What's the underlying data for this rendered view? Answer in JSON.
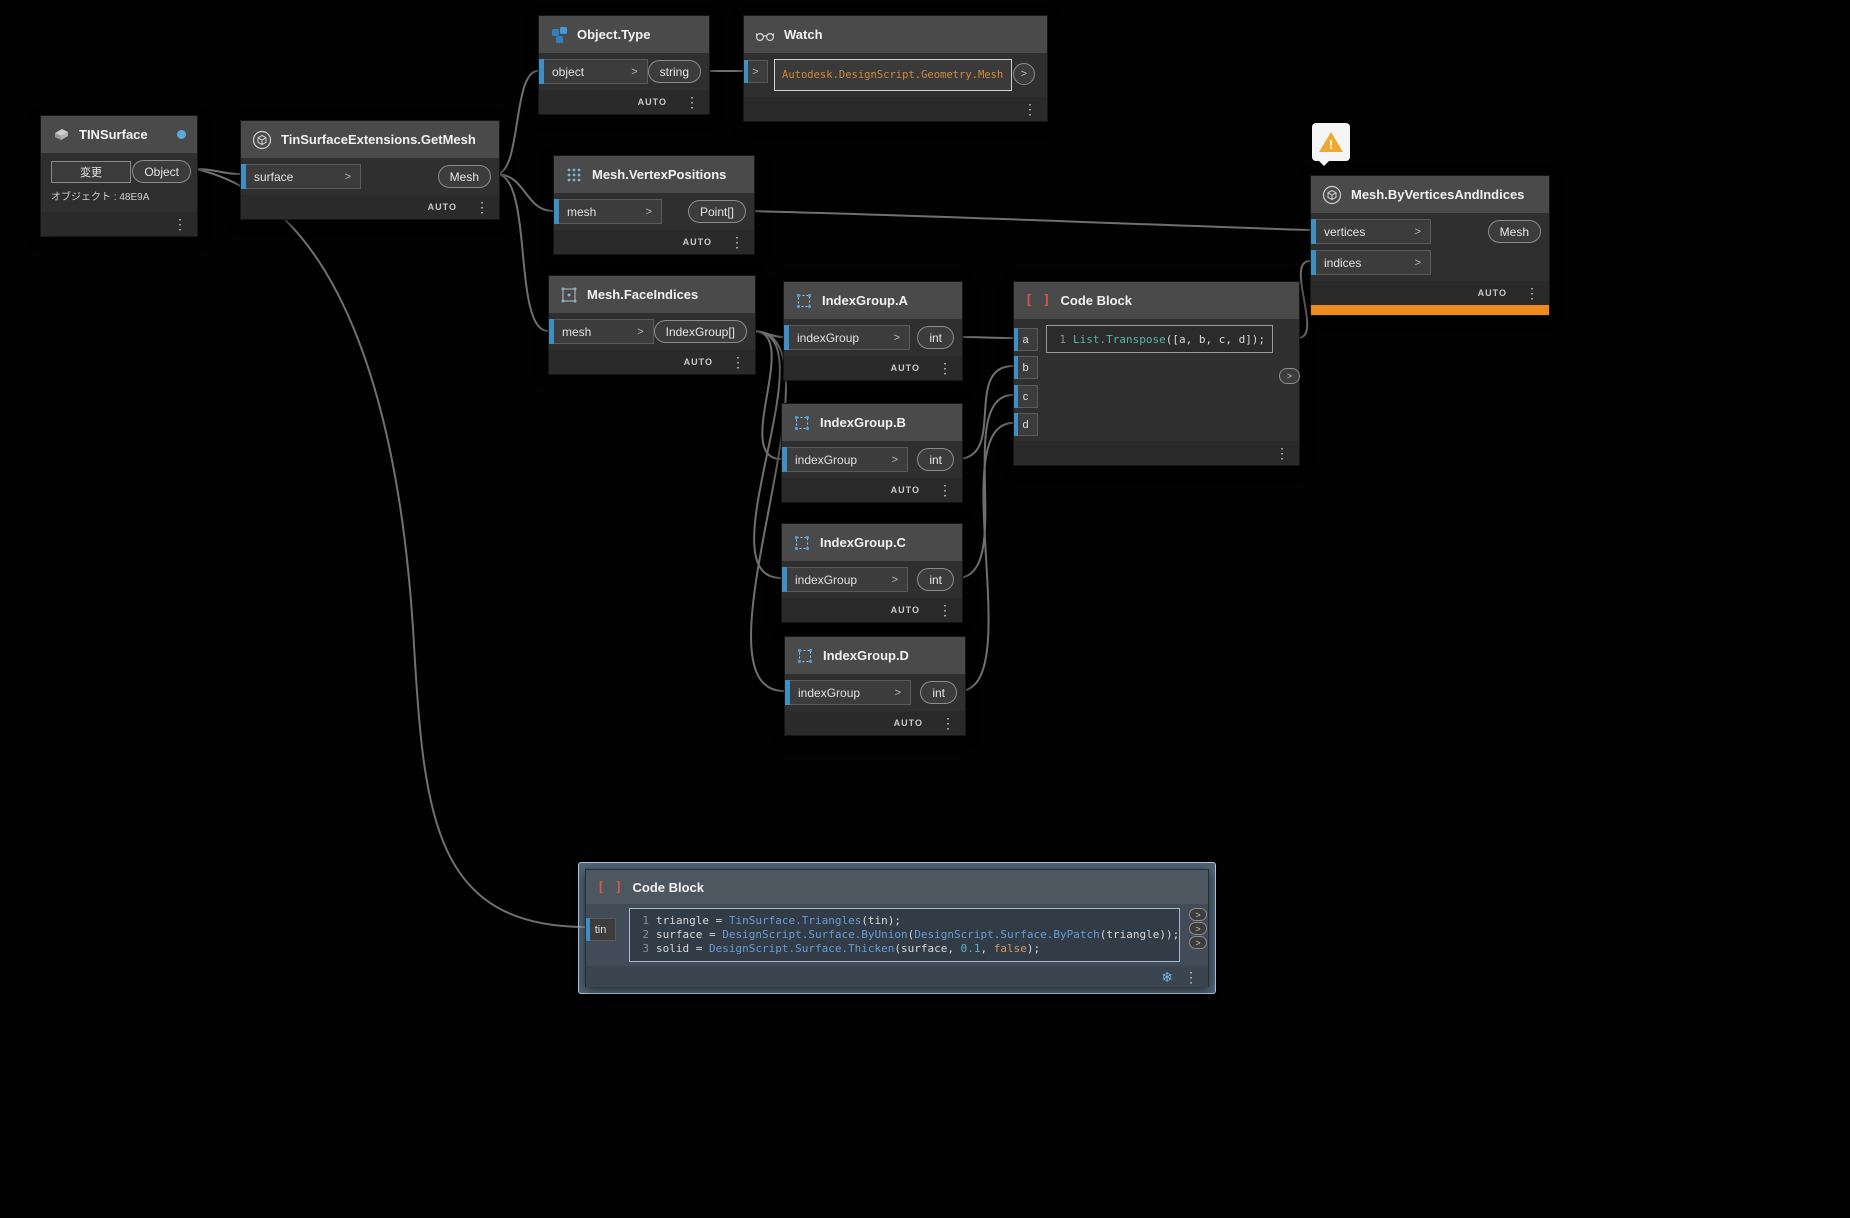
{
  "ui": {
    "lacing": "AUTO",
    "icons": {
      "menu": "⋮",
      "arrow": ">",
      "snowflake": "❄",
      "code_brackets": "[ ]",
      "warning_mark": "!"
    }
  },
  "nodes": {
    "tinsurface": {
      "title": "TINSurface",
      "change_button": "変更",
      "output": "Object",
      "info": "オブジェクト : 48E9A"
    },
    "getmesh": {
      "title": "TinSurfaceExtensions.GetMesh",
      "input": "surface",
      "output": "Mesh"
    },
    "objecttype": {
      "title": "Object.Type",
      "input": "object",
      "output": "string"
    },
    "watch": {
      "title": "Watch",
      "value": "Autodesk.DesignScript.Geometry.Mesh"
    },
    "vertexpositions": {
      "title": "Mesh.VertexPositions",
      "input": "mesh",
      "output": "Point[]"
    },
    "faceindices": {
      "title": "Mesh.FaceIndices",
      "input": "mesh",
      "output": "IndexGroup[]"
    },
    "indexgroupA": {
      "title": "IndexGroup.A",
      "input": "indexGroup",
      "output": "int"
    },
    "indexgroupB": {
      "title": "IndexGroup.B",
      "input": "indexGroup",
      "output": "int"
    },
    "indexgroupC": {
      "title": "IndexGroup.C",
      "input": "indexGroup",
      "output": "int"
    },
    "indexgroupD": {
      "title": "IndexGroup.D",
      "input": "indexGroup",
      "output": "int"
    },
    "codeblockTop": {
      "title": "Code Block",
      "inputs": {
        "a": "a",
        "b": "b",
        "c": "c",
        "d": "d"
      },
      "line_no": "1",
      "code_fn": "List.Transpose",
      "code_rest": "([a, b, c, d]);"
    },
    "byvertices": {
      "title": "Mesh.ByVerticesAndIndices",
      "input1": "vertices",
      "input2": "indices",
      "output": "Mesh"
    },
    "codeblockBottom": {
      "title": "Code Block",
      "input": "tin",
      "lines": [
        {
          "no": "1",
          "t1": "triangle = ",
          "fn": "TinSurface.Triangles",
          "t2": "(tin);"
        },
        {
          "no": "2",
          "t1": "surface = ",
          "fn": "DesignScript.Surface.ByUnion",
          "t2": "(",
          "fn2": "DesignScript.Surface.ByPatch",
          "t3": "(triangle));"
        },
        {
          "no": "3",
          "t1": "solid = ",
          "fn": "DesignScript.Surface.Thicken",
          "t2": "(surface, ",
          "num": "0.1",
          "t3": ", ",
          "bool": "false",
          "t4": ");"
        }
      ]
    }
  }
}
